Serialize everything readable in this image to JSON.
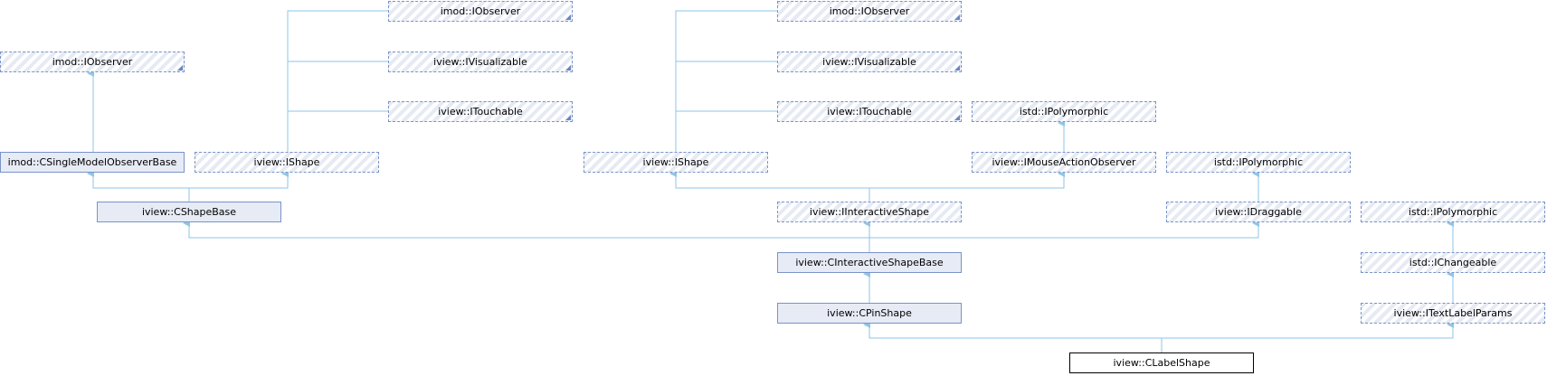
{
  "diagram": {
    "title": "Inheritance diagram for iview::CLabelShape",
    "colors": {
      "edge": "#8ec6e6",
      "border": "#7a93c8"
    },
    "nodes": [
      {
        "id": "n1",
        "label": "imod::IObserver",
        "kind": "iface",
        "more": true
      },
      {
        "id": "n2",
        "label": "imod::CSingleModelObserverBase",
        "kind": "cls"
      },
      {
        "id": "n3",
        "label": "iview::IShape",
        "kind": "iface"
      },
      {
        "id": "n4",
        "label": "imod::IObserver",
        "kind": "iface",
        "more": true
      },
      {
        "id": "n5",
        "label": "iview::IVisualizable",
        "kind": "iface",
        "more": true
      },
      {
        "id": "n6",
        "label": "iview::ITouchable",
        "kind": "iface",
        "more": true
      },
      {
        "id": "n7",
        "label": "iview::CShapeBase",
        "kind": "cls"
      },
      {
        "id": "n8",
        "label": "imod::IObserver",
        "kind": "iface",
        "more": true
      },
      {
        "id": "n9",
        "label": "iview::IVisualizable",
        "kind": "iface",
        "more": true
      },
      {
        "id": "n10",
        "label": "iview::ITouchable",
        "kind": "iface",
        "more": true
      },
      {
        "id": "n11",
        "label": "iview::IShape",
        "kind": "iface"
      },
      {
        "id": "n12",
        "label": "istd::IPolymorphic",
        "kind": "iface"
      },
      {
        "id": "n13",
        "label": "iview::IMouseActionObserver",
        "kind": "iface"
      },
      {
        "id": "n14",
        "label": "iview::IInteractiveShape",
        "kind": "iface"
      },
      {
        "id": "n15",
        "label": "istd::IPolymorphic",
        "kind": "iface"
      },
      {
        "id": "n16",
        "label": "iview::IDraggable",
        "kind": "iface"
      },
      {
        "id": "n17",
        "label": "iview::CInteractiveShapeBase",
        "kind": "cls"
      },
      {
        "id": "n18",
        "label": "iview::CPinShape",
        "kind": "cls"
      },
      {
        "id": "n19",
        "label": "istd::IPolymorphic",
        "kind": "iface"
      },
      {
        "id": "n20",
        "label": "istd::IChangeable",
        "kind": "iface"
      },
      {
        "id": "n21",
        "label": "iview::ITextLabelParams",
        "kind": "iface"
      },
      {
        "id": "n22",
        "label": "iview::CLabelShape",
        "kind": "cur"
      }
    ]
  }
}
